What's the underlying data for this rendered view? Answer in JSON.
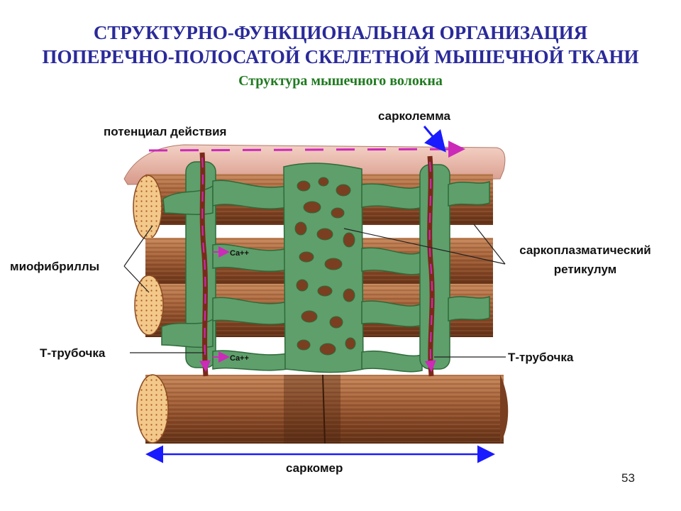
{
  "slide": {
    "title_line1": "СТРУКТУРНО-ФУНКЦИОНАЛЬНАЯ ОРГАНИЗАЦИЯ",
    "title_line2": "ПОПЕРЕЧНО-ПОЛОСАТОЙ СКЕЛЕТНОЙ МЫШЕЧНОЙ ТКАНИ",
    "subtitle": "Структура мышечного волокна",
    "page_number": "53"
  },
  "diagram": {
    "labels": {
      "action_potential": "потенциал действия",
      "sarcolemma": "сарколемма",
      "myofibrils": "миофибриллы",
      "sr_line1": "саркоплазматический",
      "sr_line2": "ретикулум",
      "t_tubule_left": "Т-трубочка",
      "t_tubule_right": "Т-трубочка",
      "sarcomere": "саркомер",
      "ca_upper": "Ca++",
      "ca_lower": "Ca++"
    },
    "colors": {
      "title": "#2a2a9a",
      "subtitle": "#1f7a1f",
      "sarcolemma": "#e6b5a8",
      "myofibril": "#9a5a36",
      "myofibril_dark": "#5e2f17",
      "reticulum": "#5e9f6b",
      "t_tubule": "#7a2a1a",
      "impulse_arrow": "#cc2ab8",
      "pointer_arrow": "#1a1aff"
    }
  }
}
